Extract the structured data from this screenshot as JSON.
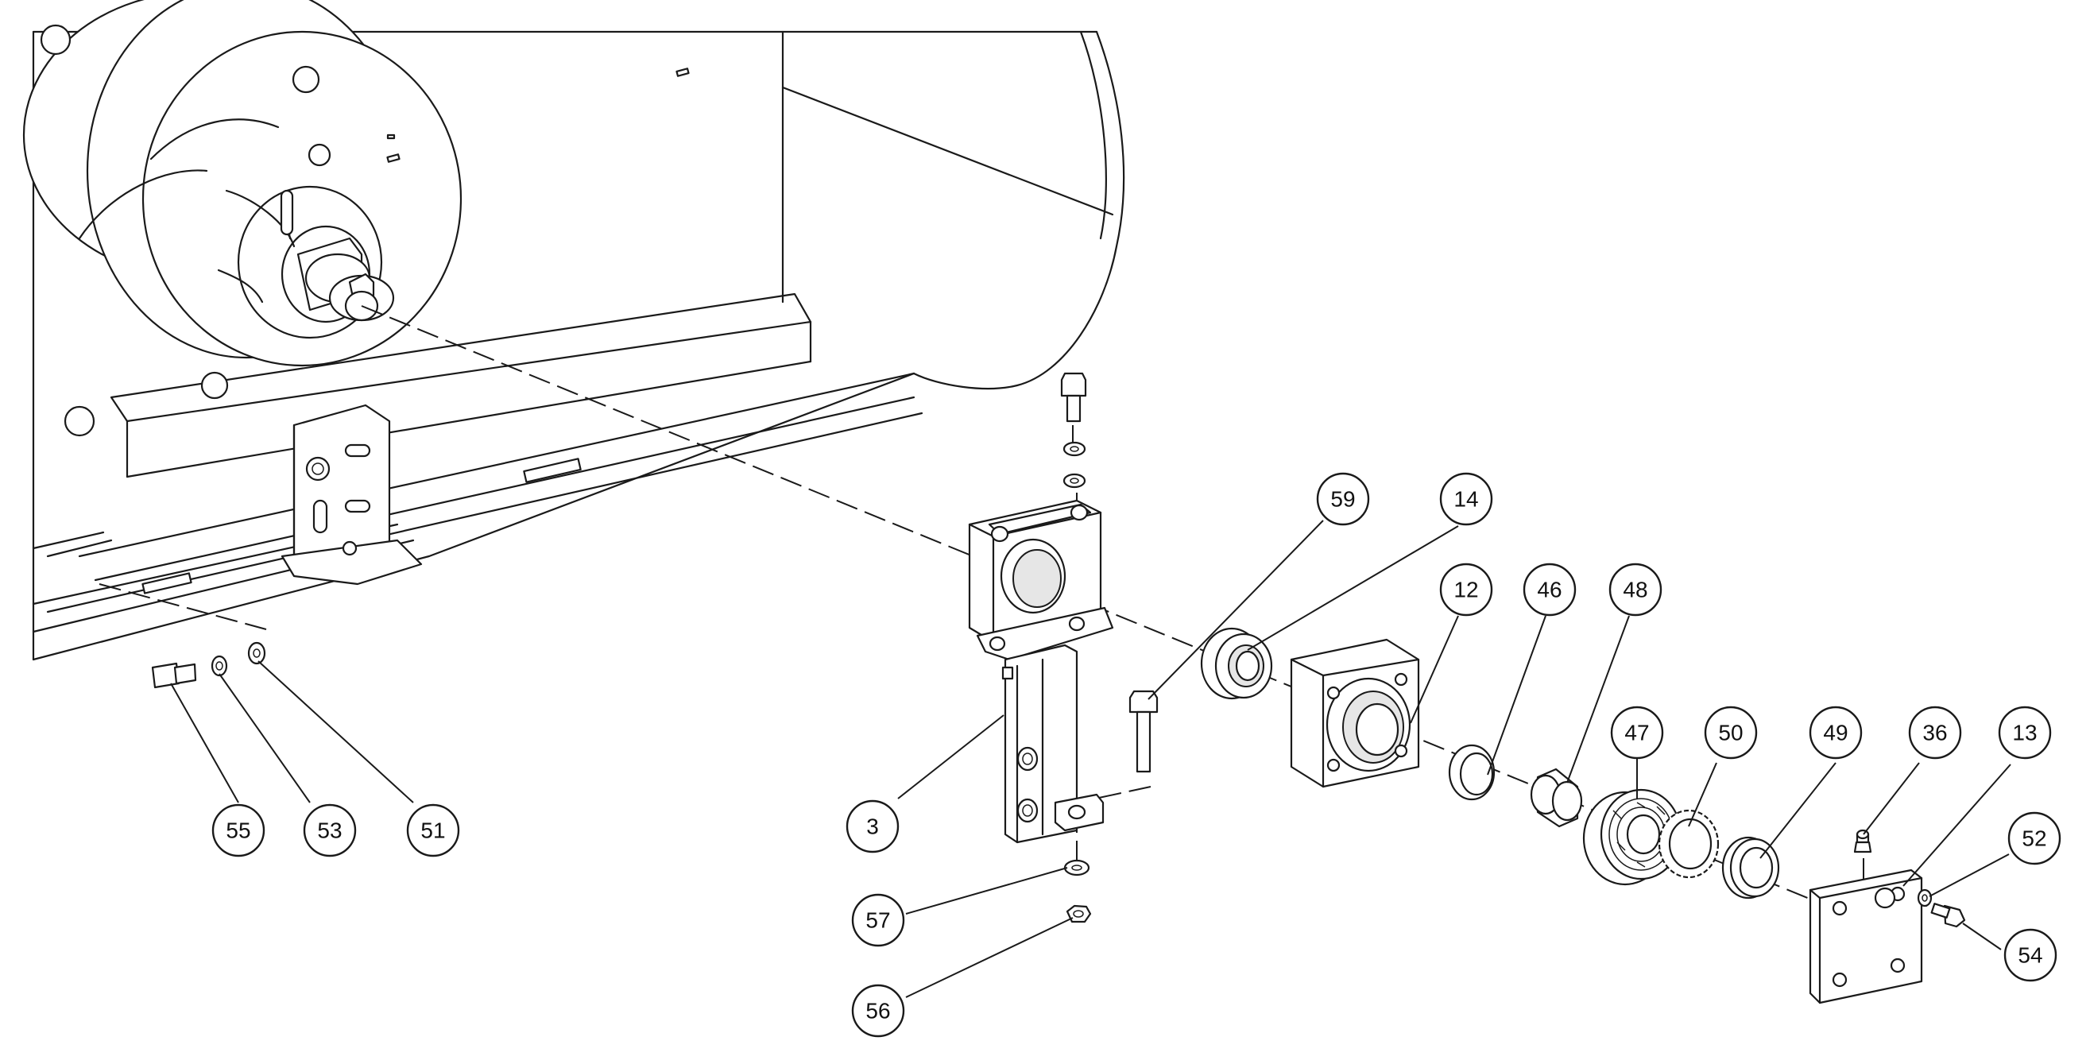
{
  "callouts": [
    {
      "id": "b59",
      "label": "59"
    },
    {
      "id": "b14",
      "label": "14"
    },
    {
      "id": "b12",
      "label": "12"
    },
    {
      "id": "b46",
      "label": "46"
    },
    {
      "id": "b48",
      "label": "48"
    },
    {
      "id": "b47",
      "label": "47"
    },
    {
      "id": "b50",
      "label": "50"
    },
    {
      "id": "b49",
      "label": "49"
    },
    {
      "id": "b36",
      "label": "36"
    },
    {
      "id": "b13",
      "label": "13"
    },
    {
      "id": "b52",
      "label": "52"
    },
    {
      "id": "b54",
      "label": "54"
    },
    {
      "id": "b3",
      "label": "3"
    },
    {
      "id": "b57",
      "label": "57"
    },
    {
      "id": "b56",
      "label": "56"
    },
    {
      "id": "b55",
      "label": "55"
    },
    {
      "id": "b53",
      "label": "53"
    },
    {
      "id": "b51",
      "label": "51"
    }
  ]
}
